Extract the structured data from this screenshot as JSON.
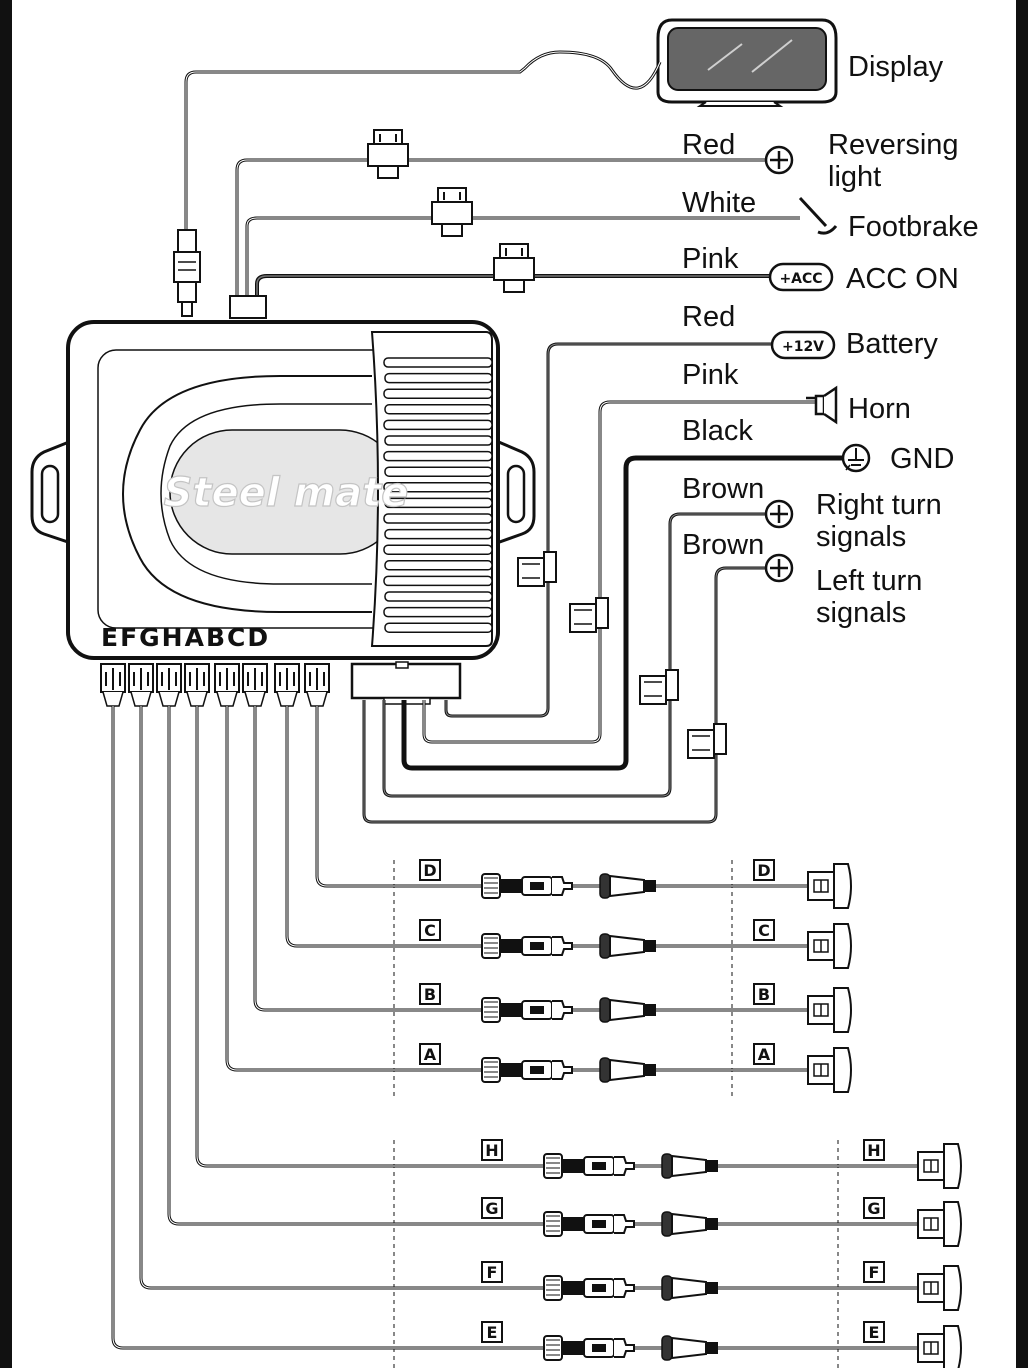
{
  "display_label": "Display",
  "brand": "Steel mate",
  "port_letters": "EFGHABCD",
  "wires": [
    {
      "color_name": "Red",
      "dest": "Reversing light",
      "symbol": "plus",
      "badge": ""
    },
    {
      "color_name": "White",
      "dest": "Footbrake",
      "symbol": "switch",
      "badge": ""
    },
    {
      "color_name": "Pink",
      "dest": "ACC ON",
      "symbol": "badge",
      "badge": "+ACC"
    },
    {
      "color_name": "Red",
      "dest": "Battery",
      "symbol": "badge",
      "badge": "+12V"
    },
    {
      "color_name": "Pink",
      "dest": "Horn",
      "symbol": "horn",
      "badge": ""
    },
    {
      "color_name": "Black",
      "dest": "GND",
      "symbol": "ground",
      "badge": ""
    },
    {
      "color_name": "Brown",
      "dest": "Right turn signals",
      "symbol": "plus",
      "badge": ""
    },
    {
      "color_name": "Brown",
      "dest": "Left turn signals",
      "symbol": "plus",
      "badge": ""
    }
  ],
  "sensors_front": [
    "D",
    "C",
    "B",
    "A"
  ],
  "sensors_rear": [
    "H",
    "G",
    "F",
    "E"
  ],
  "colors": {
    "wire_dark": "#111111",
    "wire_gray": "#6e6e6e",
    "display_screen": "#666666"
  }
}
